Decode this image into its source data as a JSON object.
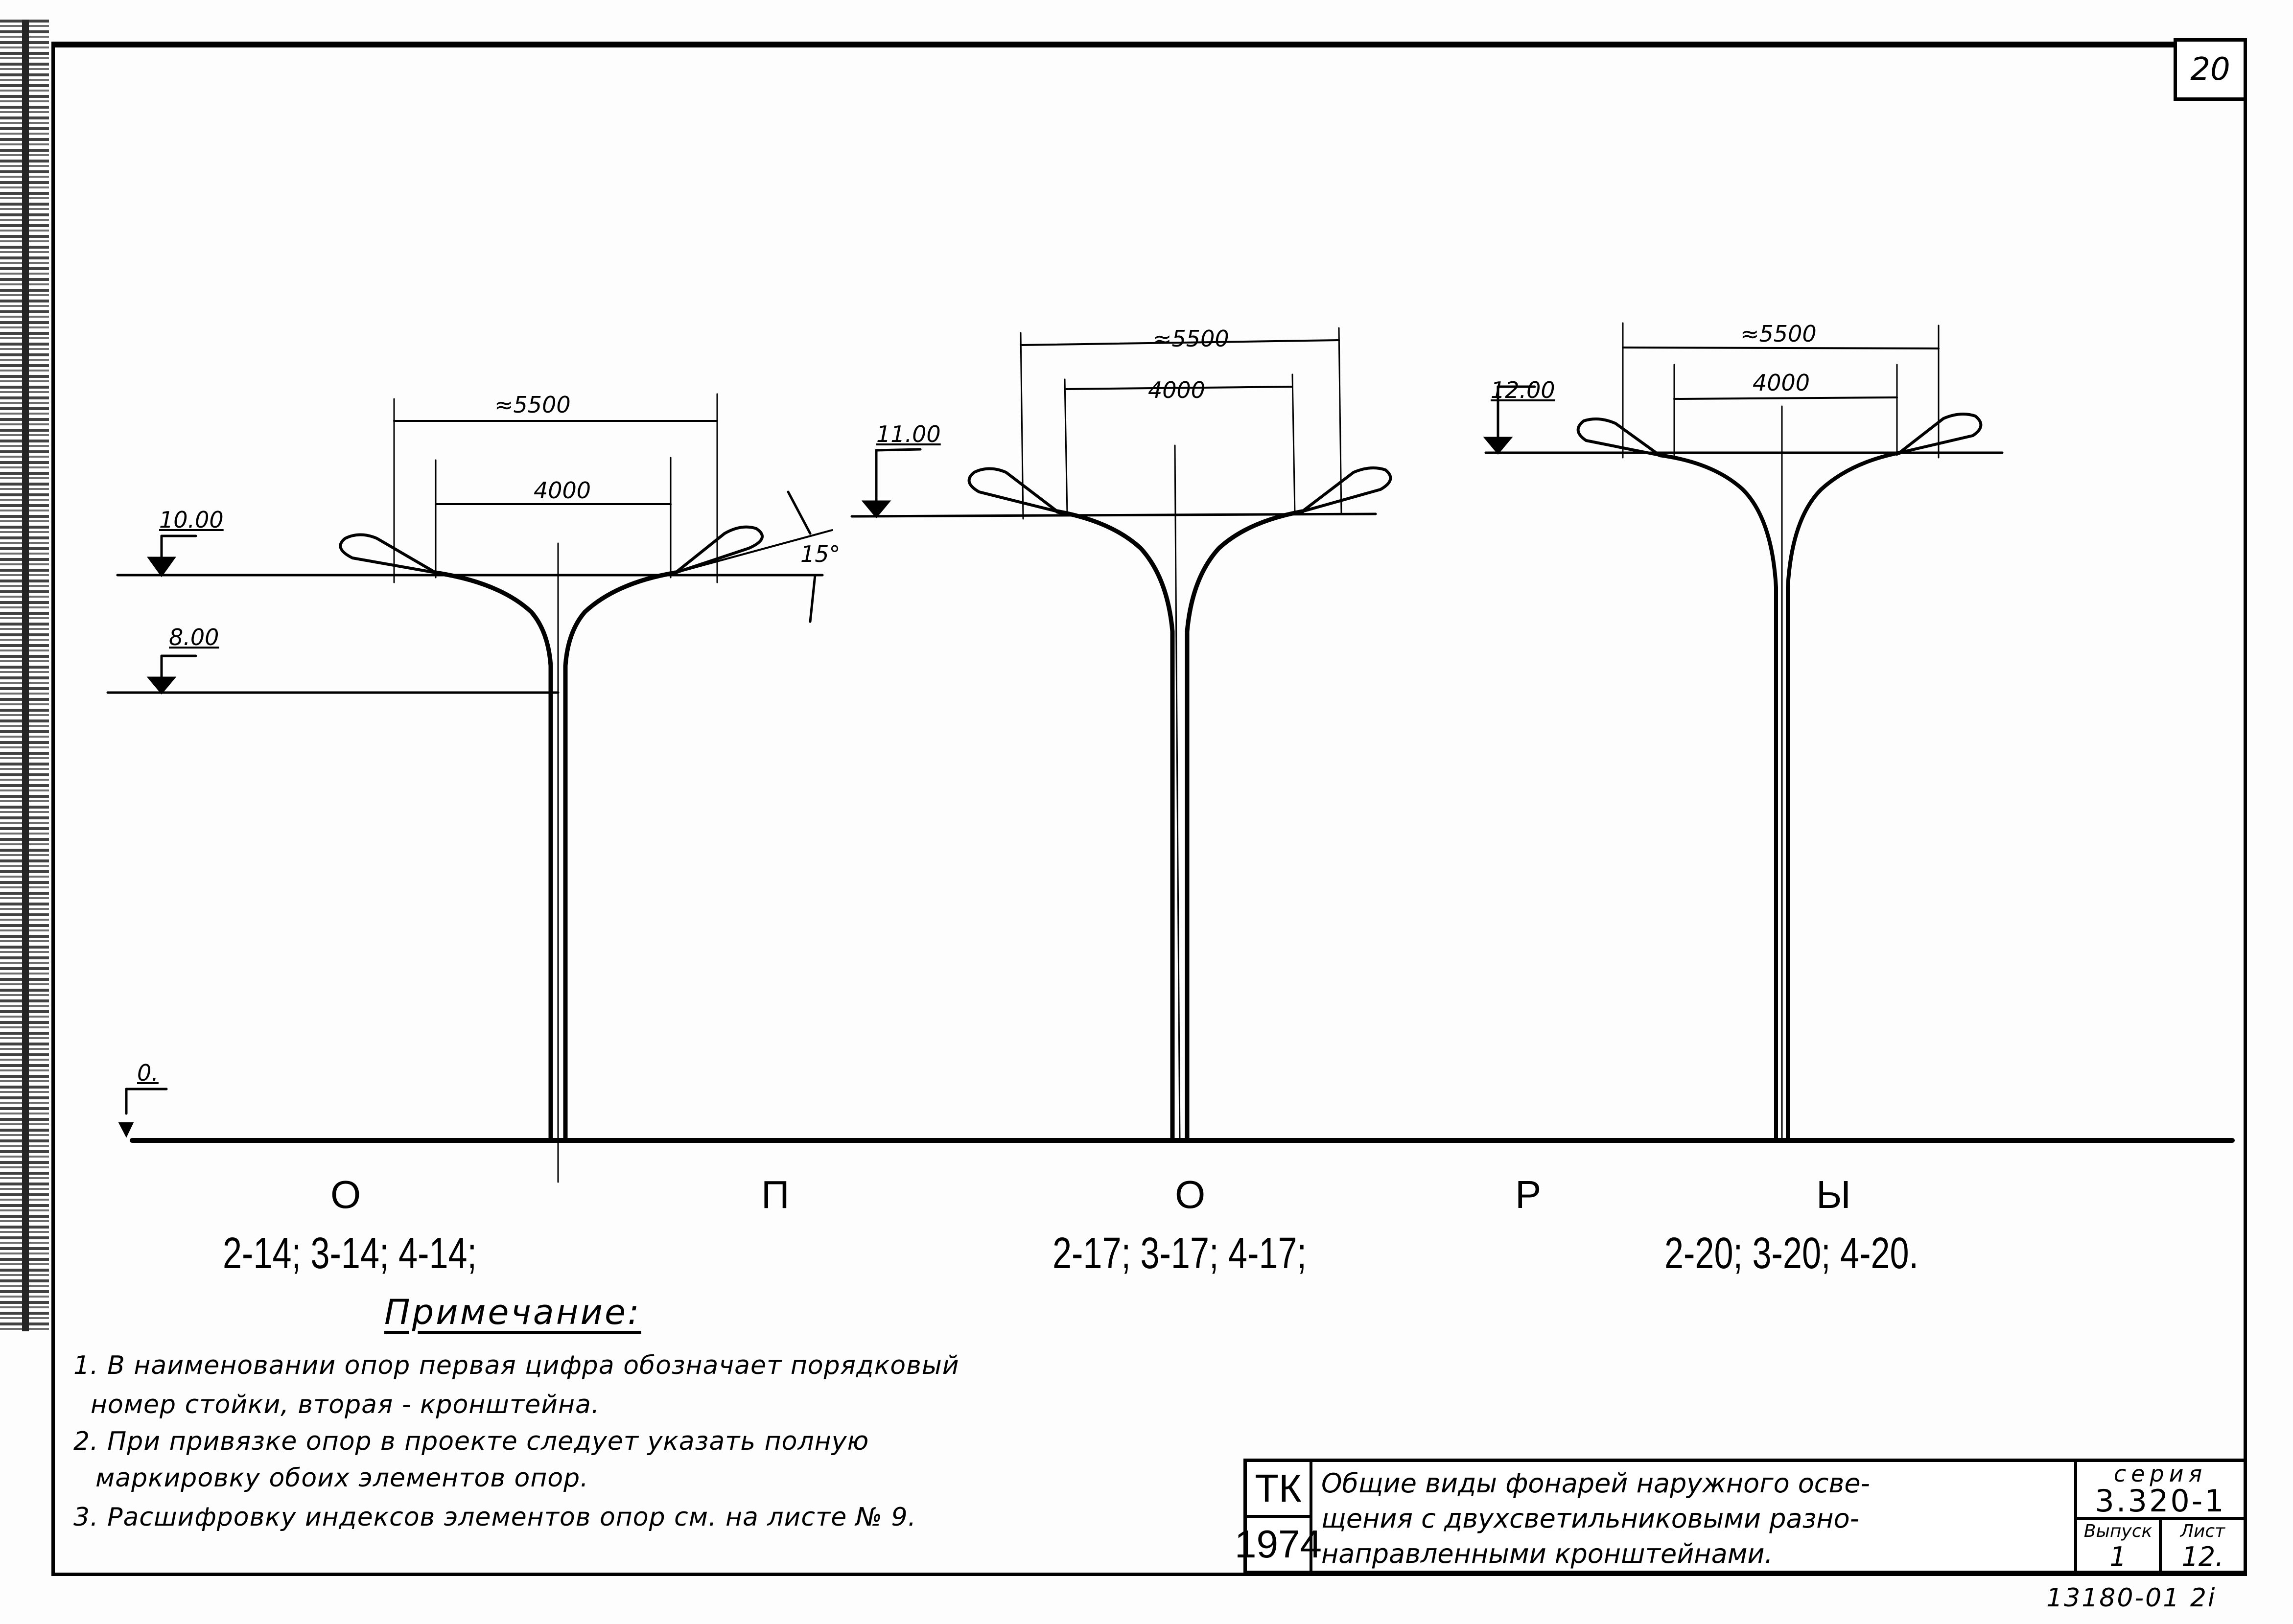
{
  "sheet": {
    "page_number": "20",
    "archive_number": "13180-01 2i"
  },
  "drawing": {
    "ground_level": "0.",
    "angle_label": "15°",
    "series_letters": [
      "О",
      "П",
      "О",
      "Р",
      "Ы"
    ],
    "poles": [
      {
        "id": "pole-14",
        "bracket_level": "10.00",
        "column_top_level": "8.00",
        "outer_span": "≈5500",
        "inner_span": "4000",
        "marks": "2-14; 3-14; 4-14;"
      },
      {
        "id": "pole-17",
        "bracket_level": "11.00",
        "outer_span": "≈5500",
        "inner_span": "4000",
        "marks": "2-17; 3-17; 4-17;"
      },
      {
        "id": "pole-20",
        "bracket_level": "12.00",
        "outer_span": "≈5500",
        "inner_span": "4000",
        "marks": "2-20; 3-20; 4-20."
      }
    ]
  },
  "notes": {
    "title": "Примечание:",
    "lines": [
      "1. В наименовании опор первая цифра обозначает порядковый",
      "номер стойки, вторая - кронштейна.",
      "2. При привязке опор в проекте следует указать полную",
      "маркировку обоих элементов опор.",
      "3. Расшифровку индексов элементов опор см. на листе № 9."
    ]
  },
  "title_block": {
    "org": "ТК",
    "year": "1974",
    "title_lines": [
      "Общие виды фонарей наружного осве-",
      "щения с двухсветильниковыми разно-",
      "направленными кронштейнами."
    ],
    "series_label": "серия",
    "series_value": "3.320-1",
    "issue_label": "Выпуск",
    "issue_value": "1",
    "sheet_label": "Лист",
    "sheet_value": "12."
  }
}
